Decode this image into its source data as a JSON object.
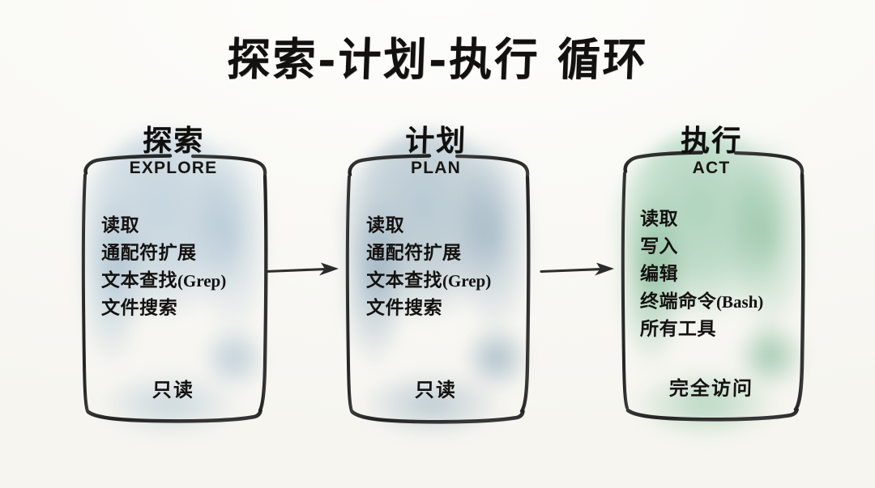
{
  "page": {
    "title": "探索-计划-执行 循环",
    "background_color": "#faf9f5",
    "ink_color": "#2b2b2b"
  },
  "cards": [
    {
      "id": "explore",
      "title_cn": "探索",
      "title_en": "EXPLORE",
      "accent_color": "#cfdeea",
      "wash": "light-blue",
      "items": [
        {
          "label": "读取",
          "note": ""
        },
        {
          "label": "通配符扩展",
          "note": ""
        },
        {
          "label": "文本查找",
          "note": "(Grep)"
        },
        {
          "label": "文件搜索",
          "note": ""
        }
      ],
      "footer": "只读"
    },
    {
      "id": "plan",
      "title_cn": "计划",
      "title_en": "PLAN",
      "accent_color": "#c2d2dd",
      "wash": "blue-gray",
      "items": [
        {
          "label": "读取",
          "note": ""
        },
        {
          "label": "通配符扩展",
          "note": ""
        },
        {
          "label": "文本查找",
          "note": "(Grep)"
        },
        {
          "label": "文件搜索",
          "note": ""
        }
      ],
      "footer": "只读"
    },
    {
      "id": "act",
      "title_cn": "执行",
      "title_en": "ACT",
      "accent_color": "#bcdfcc",
      "wash": "green",
      "items": [
        {
          "label": "读取",
          "note": ""
        },
        {
          "label": "写入",
          "note": ""
        },
        {
          "label": "编辑",
          "note": ""
        },
        {
          "label": "终端命令",
          "note": "(Bash)"
        },
        {
          "label": "所有工具",
          "note": ""
        }
      ],
      "footer": "完全访问"
    }
  ],
  "arrows": [
    {
      "id": "explore-to-plan",
      "from": "explore",
      "to": "plan",
      "direction": "right"
    },
    {
      "id": "plan-to-act",
      "from": "plan",
      "to": "act",
      "direction": "right"
    }
  ]
}
